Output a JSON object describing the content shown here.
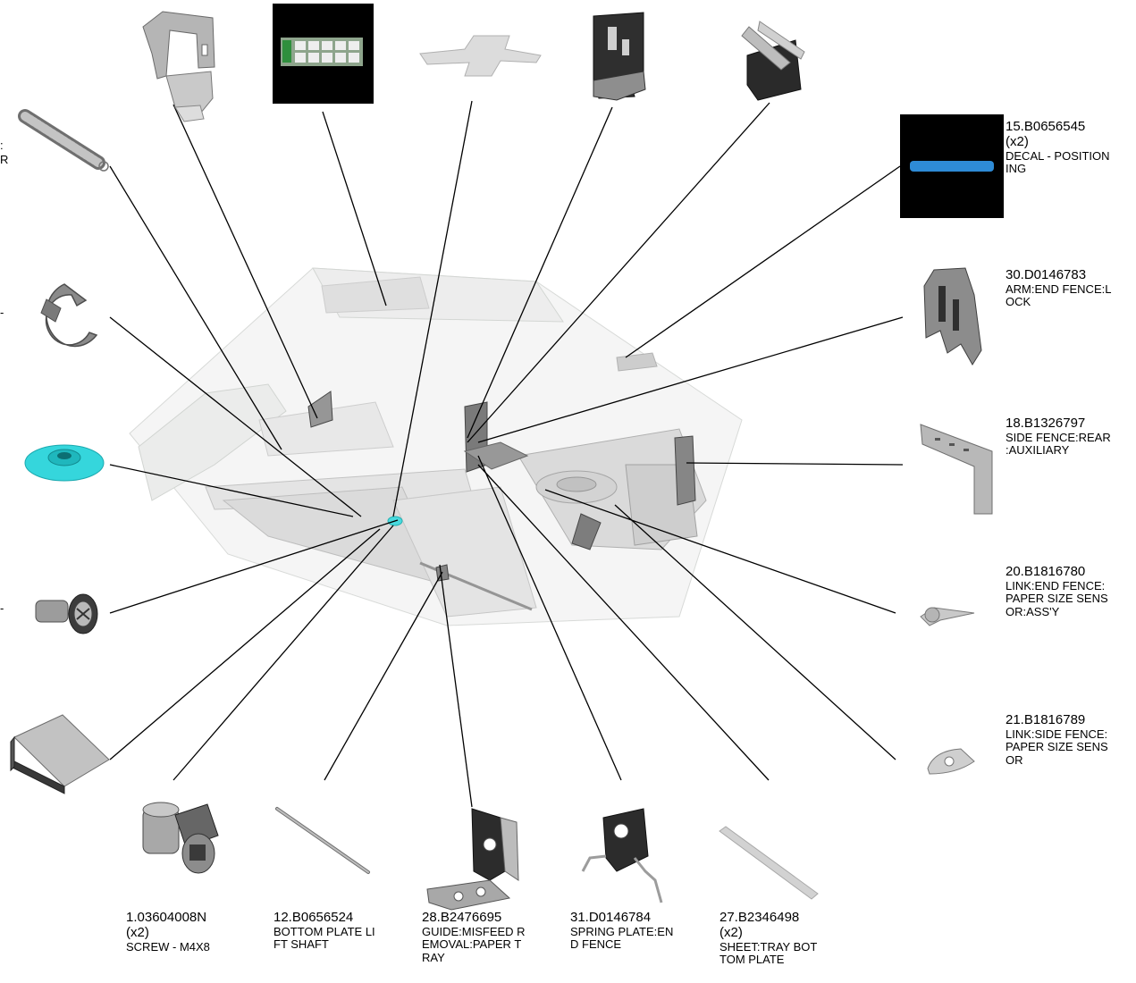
{
  "labels": {
    "p15": {
      "num": "15.B0656545",
      "qty": "(x2)",
      "desc1": "DECAL - POSITION",
      "desc2": "ING"
    },
    "p30": {
      "num": "30.D0146783",
      "desc1": "ARM:END FENCE:L",
      "desc2": "OCK"
    },
    "p18": {
      "num": "18.B1326797",
      "desc1": "SIDE FENCE:REAR",
      "desc2": ":AUXILIARY"
    },
    "p20": {
      "num": "20.B1816780",
      "desc1": "LINK:END FENCE:",
      "desc2": "PAPER SIZE SENS",
      "desc3": "OR:ASS'Y"
    },
    "p21": {
      "num": "21.B1816789",
      "desc1": "LINK:SIDE FENCE:",
      "desc2": "PAPER SIZE SENS",
      "desc3": "OR"
    },
    "p1": {
      "num": "1.03604008N",
      "qty": "(x2)",
      "desc1": "SCREW - M4X8"
    },
    "p12": {
      "num": "12.B0656524",
      "desc1": "BOTTOM PLATE LI",
      "desc2": "FT SHAFT"
    },
    "p28": {
      "num": "28.B2476695",
      "desc1": "GUIDE:MISFEED R",
      "desc2": "EMOVAL:PAPER T",
      "desc3": "RAY"
    },
    "p31": {
      "num": "31.D0146784",
      "desc1": "SPRING PLATE:EN",
      "desc2": "D FENCE"
    },
    "p27": {
      "num": "27.B2346498",
      "qty": "(x2)",
      "desc1": "SHEET:TRAY BOT",
      "desc2": "TOM PLATE"
    }
  },
  "fragments": {
    "spring_a": ":",
    "spring_b": "R",
    "eclip": "-",
    "screw": "-"
  },
  "colors": {
    "line": "#000000",
    "part_gray": "#a7a7a7",
    "part_dark": "#2b2b2b",
    "washer": "#35d6dc",
    "decal_bar": "#2e8bd6"
  }
}
